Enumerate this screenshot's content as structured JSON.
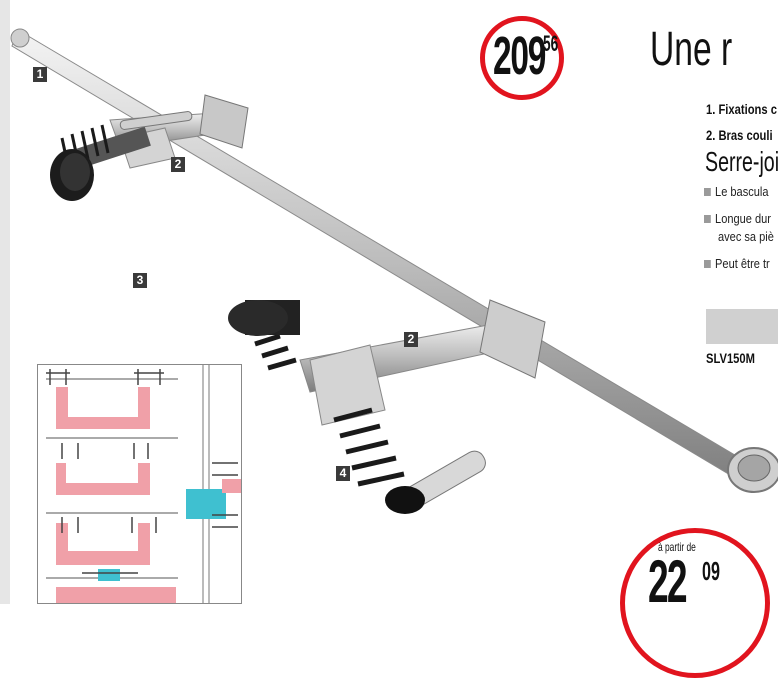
{
  "markers": [
    "1",
    "2",
    "3",
    "2",
    "4"
  ],
  "price_top": {
    "main": "209",
    "cents": "56"
  },
  "headline": "Une r",
  "features": [
    "1. Fixations c",
    "2. Bras couli"
  ],
  "subheading": "Serre-join",
  "bullets": [
    {
      "text": "Le bascula"
    },
    {
      "text": "Longue dur",
      "continuation": "avec sa piè"
    },
    {
      "text": "Peut être tr"
    }
  ],
  "model_code": "SLV150M",
  "price_bottom": {
    "prefix": "à partir de",
    "main": "22",
    "cents": "09"
  },
  "colors": {
    "accent_red": "#e1141e",
    "diagram_pink": "#f0a0a8",
    "diagram_cyan": "#3fc0d0"
  }
}
